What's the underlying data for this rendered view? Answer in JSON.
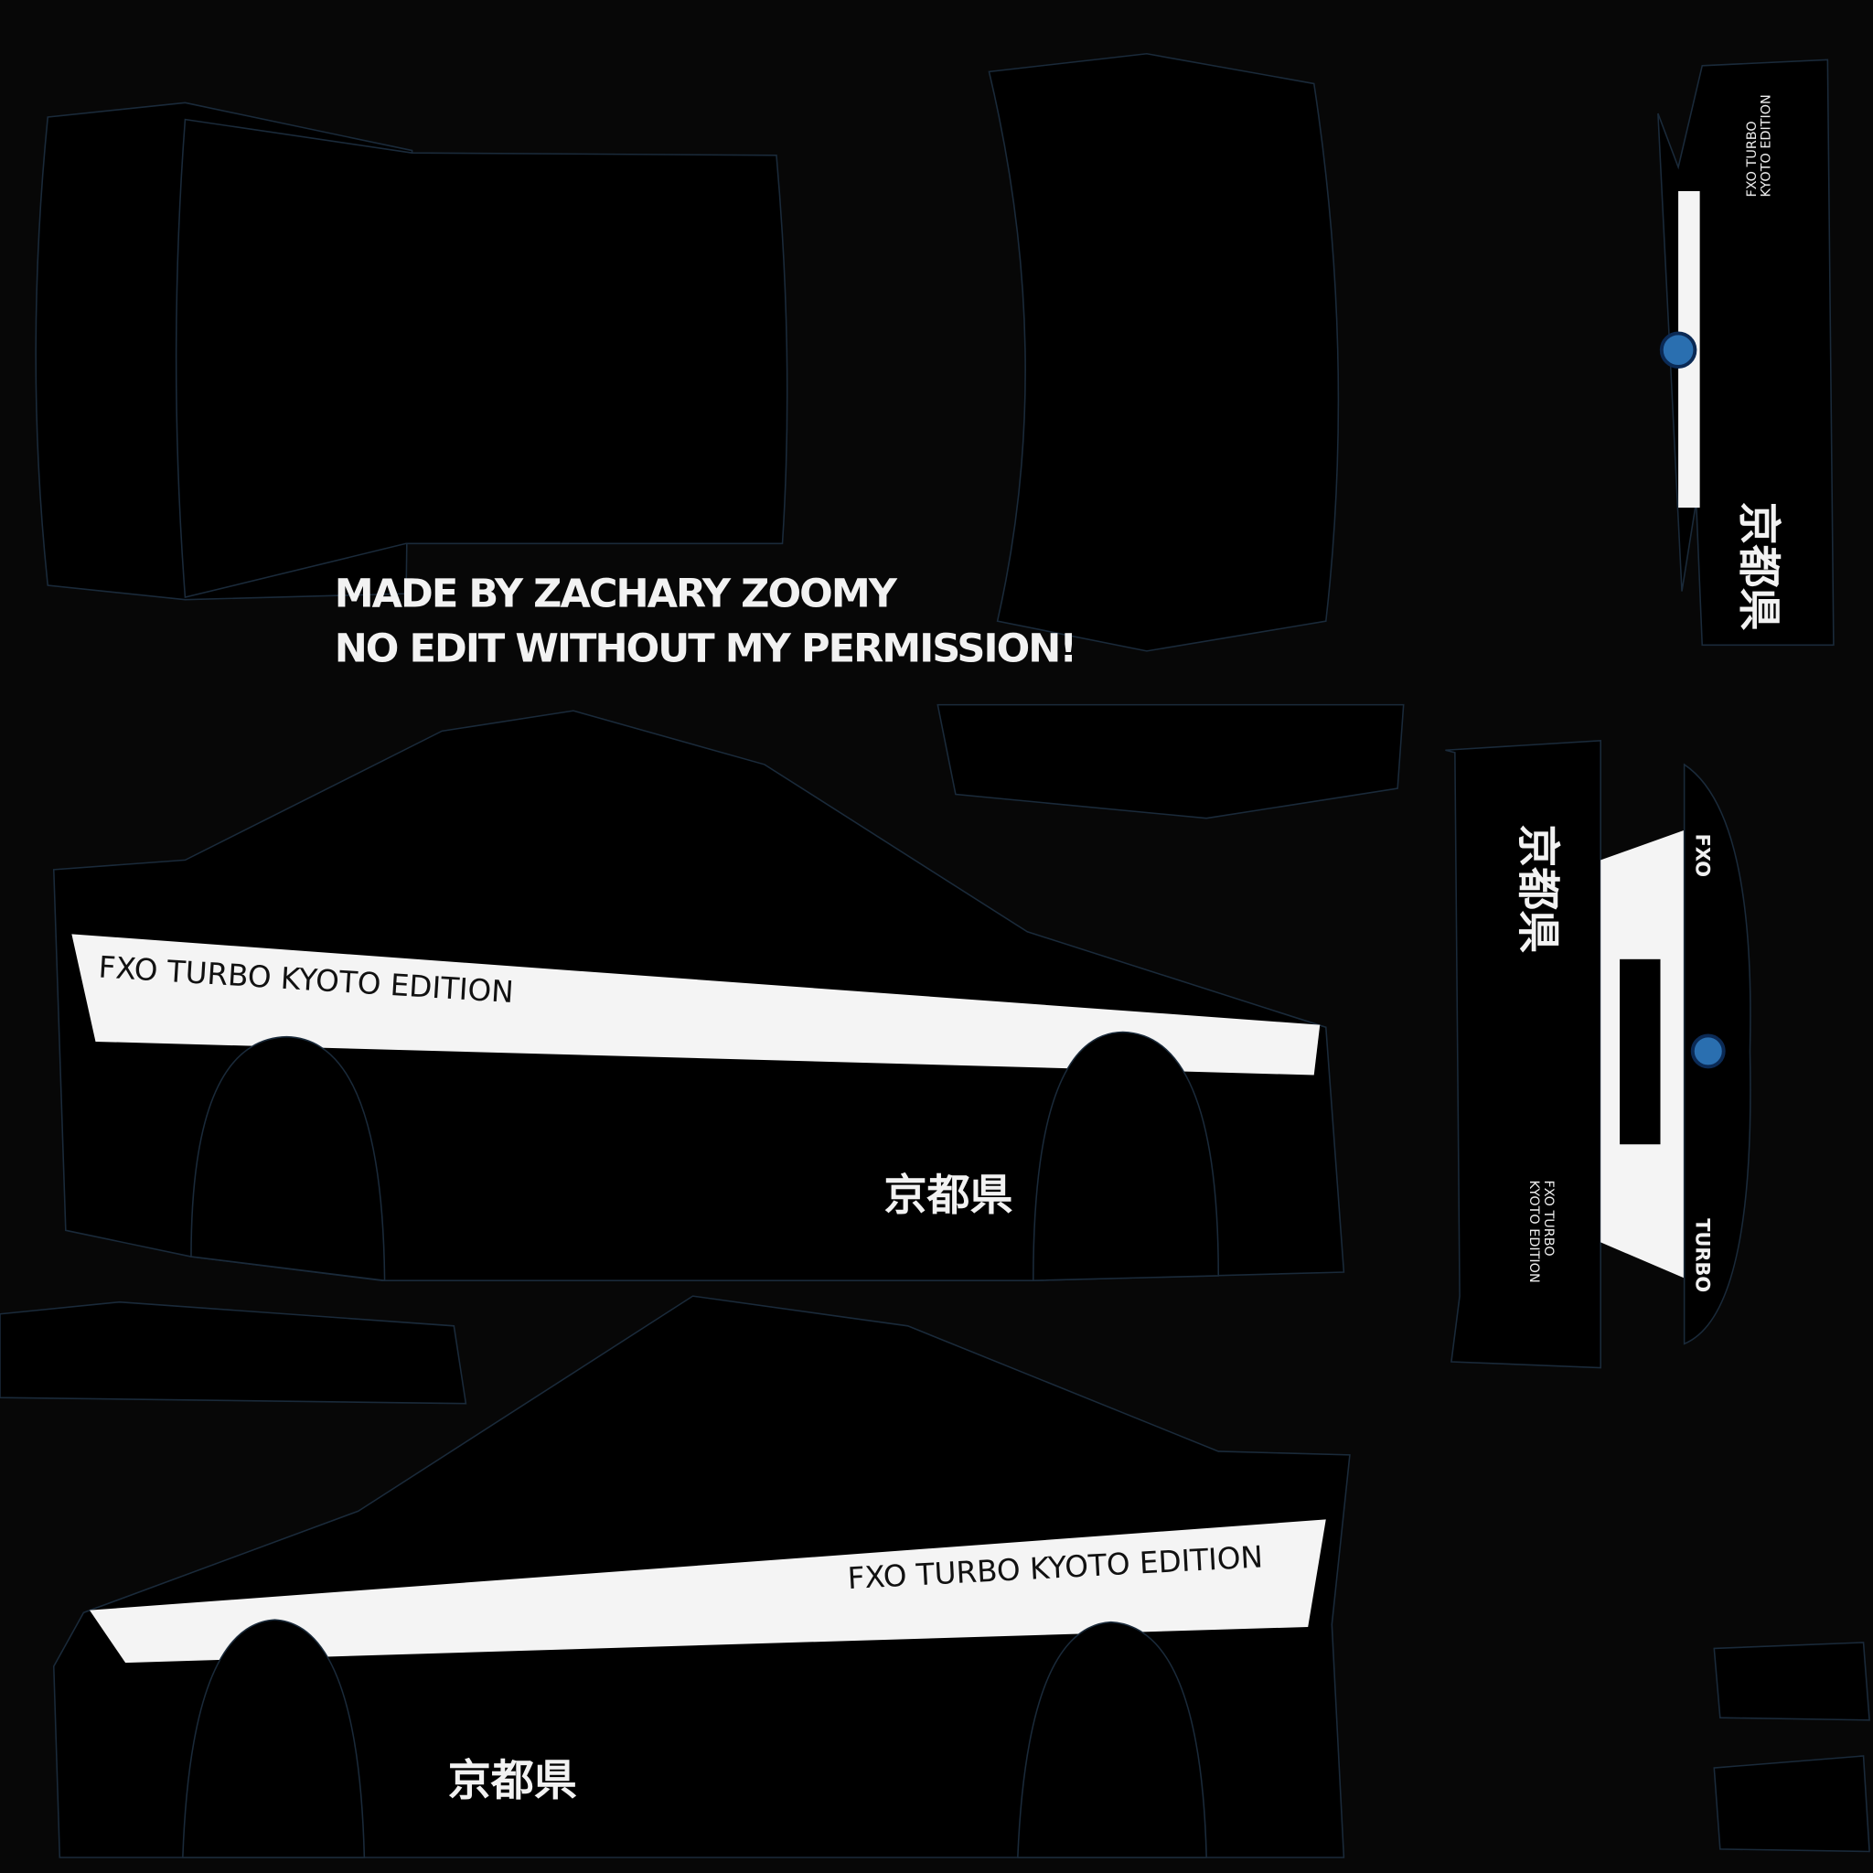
{
  "credits": {
    "line1": "MADE BY ZACHARY ZOOMY",
    "line2": "NO EDIT WITHOUT MY PERMISSION!"
  },
  "side_upper": {
    "stripe_text": "FXO TURBO KYOTO EDITION",
    "kanji": "京都県"
  },
  "side_lower": {
    "stripe_text": "FXO TURBO KYOTO EDITION",
    "kanji": "京都県"
  },
  "rear_panel": {
    "model_line1": "FXO TURBO",
    "model_line2": "KYOTO EDITION",
    "kanji": "京都県"
  },
  "front_panel": {
    "kanji": "京都県",
    "model_line1": "FXO TURBO",
    "model_line2": "KYOTO EDITION",
    "bumper_left": "FXO",
    "bumper_right": "TURBO"
  },
  "colors": {
    "background": "#070707",
    "body": "#000000",
    "stripe": "#f4f4f4",
    "badge_blue": "#2a6fb0"
  }
}
